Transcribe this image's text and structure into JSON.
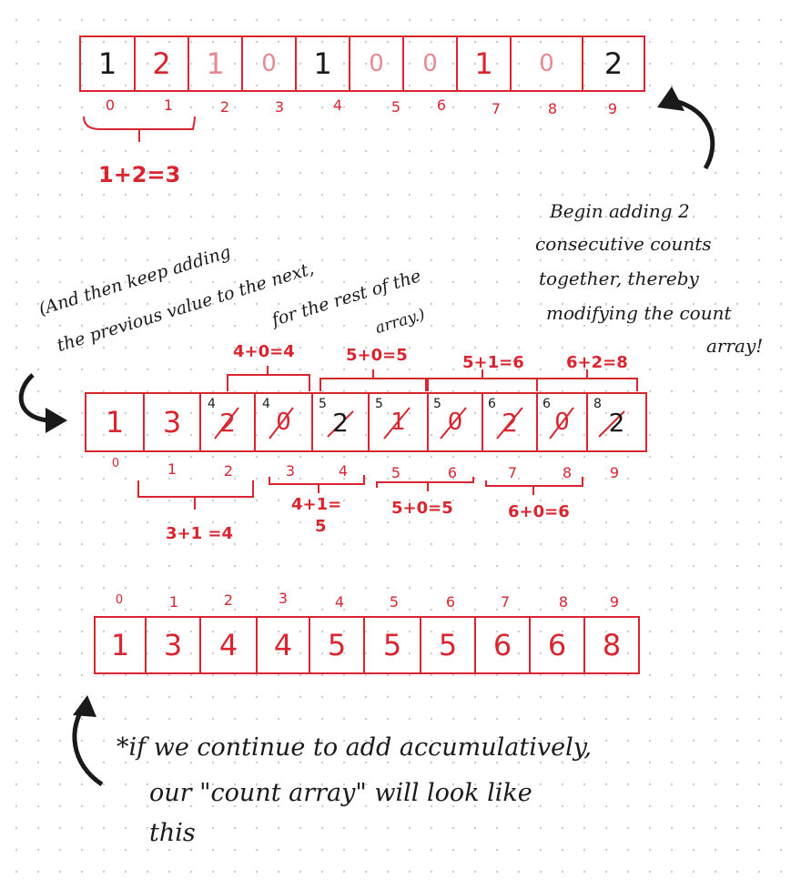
{
  "array1": {
    "values": [
      "1",
      "2",
      "1",
      "0",
      "1",
      "0",
      "0",
      "1",
      "0",
      "2"
    ],
    "colors": [
      "black",
      "red",
      "red",
      "red",
      "black",
      "red",
      "red",
      "red",
      "red",
      "black"
    ],
    "indices": [
      "0",
      "1",
      "2",
      "3",
      "4",
      "5",
      "6",
      "7",
      "8",
      "9"
    ]
  },
  "first_sum": "1+2=3",
  "note_right": [
    "Begin adding 2",
    "consecutive counts",
    "together, thereby",
    "modifying the count",
    "array!"
  ],
  "note_left": [
    "(And then keep adding",
    "the previous value to the next,",
    "for the rest of the",
    "array.)"
  ],
  "array2": {
    "values": [
      "1",
      "3",
      "2",
      "0",
      "2",
      "1",
      "0",
      "2",
      "0",
      "2"
    ],
    "overwritten": [
      "",
      "",
      "4",
      "4",
      "5",
      "5",
      "5",
      "6",
      "6",
      "8"
    ],
    "indices": [
      "0",
      "1",
      "2",
      "3",
      "4",
      "5",
      "6",
      "7",
      "8",
      "9"
    ],
    "sums_above": [
      "4+0=4",
      "5+0=5",
      "5+1=6",
      "6+2=8"
    ],
    "sums_below": [
      "3+1 =4",
      "4+1=",
      "5",
      "5+0=5",
      "6+0=6"
    ]
  },
  "array3": {
    "indices": [
      "0",
      "1",
      "2",
      "3",
      "4",
      "5",
      "6",
      "7",
      "8",
      "9"
    ],
    "values": [
      "1",
      "3",
      "4",
      "4",
      "5",
      "5",
      "5",
      "6",
      "6",
      "8"
    ]
  },
  "bottom_note": [
    "*if we continue to add accumulatively,",
    "our \"count array\" will look like",
    "this"
  ]
}
